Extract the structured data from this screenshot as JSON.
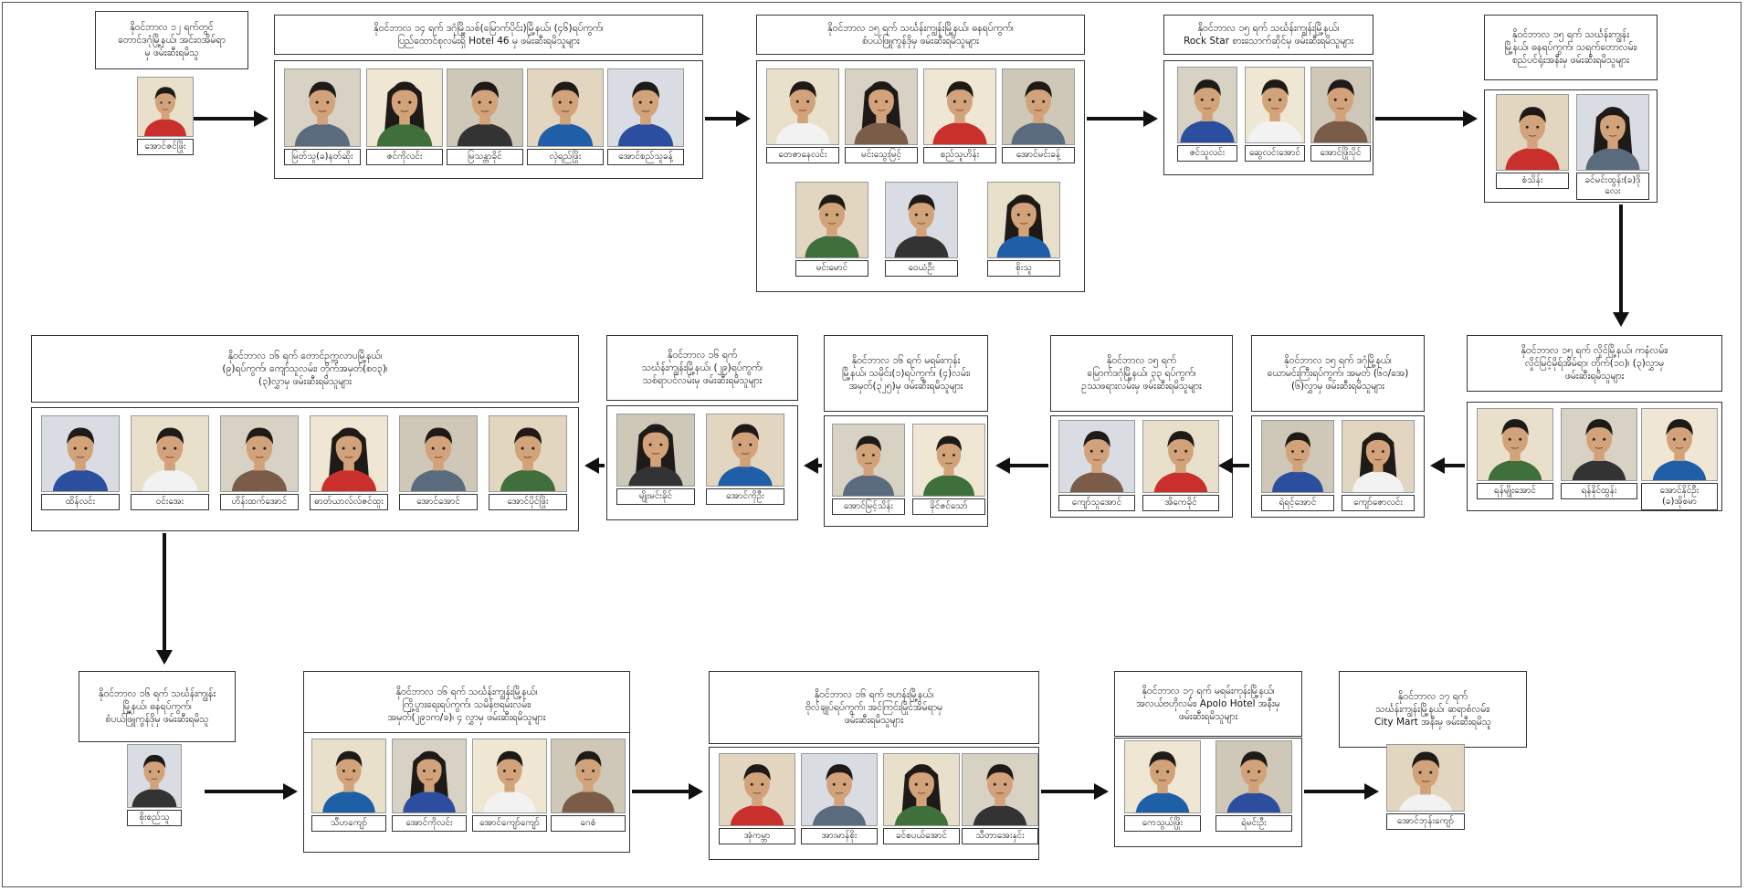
{
  "groups": [
    {
      "id": "g1",
      "header": "နိုဝင်ဘာလ ၁၂ ရက်တွင်\nတောင်ဒဂုံမြို့နယ်၊ အင်းဝအိမ်ရာ\nမှ ဖမ်းဆီးရမိသူ",
      "people": [
        "အောင်ဇင်ဖြိုး"
      ]
    },
    {
      "id": "g2",
      "header": "နိုဝင်ဘာလ ၁၄ ရက် ဒဂုံမြို့သစ်(မြောက်ပိုင်း)မြို့နယ်၊ (၄၆)ရပ်ကွက်၊\nပြည်ထောင်စုလမ်းရှိ Hotel 46 မှ ဖမ်းဆီးရမိသူများ",
      "people": [
        "မြတ်သူ(ခ)နတ်ဆိုး",
        "ဇင်ကိုလင်း",
        "မြသန္တာခိုင်",
        "လှဲရည်ဖြိုး",
        "အောင်စည်သူခန့်"
      ]
    },
    {
      "id": "g3",
      "header": "နိုဝင်ဘာလ ၁၅ ရက် သင်္ဃန်းကျွန်းမြို့နယ်၊ ဓနရပ်ကွက်၊\nစံပယ်ဖြူကွန်ဒိုမှ ဖမ်းဆီးရမိသူများ",
      "people": [
        "တေဇာနေလင်း",
        "မင်းသွေးမြင့်",
        "စည်သူဟိန်း",
        "အောင်မင်းခန့်",
        "မင်းမောင်",
        "ဝေယံဦး",
        "စိုးသူ"
      ]
    },
    {
      "id": "g4",
      "header": "နိုဝင်ဘာလ ၁၅ ရက် သင်္ဃန်းကျွန်းမြို့နယ်၊\nRock Star စားသောက်ဆိုင်မှ ဖမ်းဆီးရမိသူများ",
      "people": [
        "ဇင်သူလင်း",
        "ဆွေလင်းအောင်",
        "အောင်ဖြိုးပိုင်"
      ]
    },
    {
      "id": "g5",
      "header": "နိုဝင်ဘာလ ၁၅ ရက် သင်္ဃန်းကျွန်း\nမြို့နယ်၊ ဓနရပ်ကွက်၊ သရက်တောလမ်း၊\nစည်ပင်ရုံးအနီးမှ ဖမ်းဆီးရမိသူများ",
      "people": [
        "စံသိန်း",
        "ခင်မင်းထွန်း(ခ)ဒိုလေး"
      ]
    },
    {
      "id": "g6",
      "header": "နိုဝင်ဘာလ ၁၅ ရက် လှိုင်မြို့နယ်၊ ကနံလမ်း၊\nလှိုင်မြင့်မိုရ်အိမ်ရာ၊ တိုက်(၁၀)၊ (၃)လွှာမှ\nဖမ်းဆီးရမိသူများ",
      "people": [
        "ရန်မျိုးအောင်",
        "ရန်နိုင်ထွန်း",
        "အောင်နိုင်ဦး\n(ခ)အိုစမာ"
      ]
    },
    {
      "id": "g7",
      "header": "နိုဝင်ဘာလ ၁၅ ရက် ဒဂုံမြို့နယ်၊\nယောမင်းကြီးရပ်ကွက်၊ အမှတ် (၆၀/အေ)\n(၆)လွှာမှ ဖမ်းဆီးရမိသူများ",
      "people": [
        "ရဲရင့်အောင်",
        "ကျော်ဇောလင်း"
      ]
    },
    {
      "id": "g8",
      "header": "နိုဝင်ဘာလ ၁၅ ရက်\nမြောက်ဒဂုံမြို့နယ်၊ ၃၃ ရပ်ကွက်၊\nဥဿဖရားလမ်းမှ ဖမ်းဆီးရမိသူများ",
      "people": [
        "ကျော်သူအောင်",
        "အိကေခိုင်"
      ]
    },
    {
      "id": "g9",
      "header": "နိုဝင်ဘာလ ၁၆ ရက် မရမ်းကုန်း\nမြို့နယ်၊ သမိုင်း(၁)ရပ်ကွက်၊ (၄)လမ်း၊\nအမှတ်(၃၂၅)မှ ဖမ်းဆီးရမိသူများ",
      "people": [
        "အောင်မြင့်သိန်း",
        "ခိုင်ဇင်သော်"
      ]
    },
    {
      "id": "g10",
      "header": "နိုဝင်ဘာလ ၁၆ ရက်\nသင်္ဃန်းကျွန်းမြို့နယ်၊ (၂၉)ရပ်ကွက်၊\nသစ်ရာပင်လမ်းမှ ဖမ်းဆီးရမိသူများ",
      "people": [
        "မျိုးမင်းခိုင်",
        "အောင်ကိုဦး"
      ]
    },
    {
      "id": "g11",
      "header": "နိုဝင်ဘာလ ၁၆ ရက် တောင်ဥက္ကလာပမြို့နယ်၊\n(၉)ရပ်ကွက်၊ ကျော်သူလမ်း၊ တိုက်အမှတ်(စ၀၃)၊\n(၃)လွှာမှ ဖမ်းဆီးရမိသူများ",
      "people": [
        "ထိန်လင်း",
        "ဝင်းအေး",
        "ဟိန်းထက်အောင်",
        "ဓာတ်ယာလ်လ်ဇင်ထူး",
        "အောင်အောင်",
        "အောင်ပိုင်ဖြိုး"
      ]
    },
    {
      "id": "g12",
      "header": "နိုဝင်ဘာလ ၁၆ ရက် သင်္ဃန်းကျွန်း\nမြို့နယ်၊ ဓနရပ်ကွက်၊\nစံပယ်ဖြူကွန်ဒိုမှ ဖမ်းဆီးရမိသူ",
      "people": [
        "စိုးစည်သူ"
      ]
    },
    {
      "id": "g13",
      "header": "နိုဝင်ဘာလ ၁၆ ရက် သင်္ဃန်းကျွန်းမြို့နယ်၊\nကြို့ပွားရေးရပ်ကွက်၊ သမိန်ဗရမ်းလမ်း၊\nအမှတ်(၂၉၁က/ခ)၊ ၄ လွှာမှ ဖမ်းဆီးရမိသူများ",
      "people": [
        "သီဟကျော်",
        "အောင်ကိုလင်း",
        "အောင်ကျော်ကျော်",
        "ဂေစံ"
      ]
    },
    {
      "id": "g14",
      "header": "နိုဝင်ဘာလ ၁၆ ရက် ဗဟန်းမြို့နယ်၊\nဗိုလ်ချုပ်ရပ်ကွက်၊ အင်ကြင်းမြိုင်အိမ်ရာမှ\nဖမ်းဆီးရမိသူများ",
      "people": [
        "အုံကမ္ဘာ",
        "အားမာန်စိုး",
        "ခင်စပယ်အောင်",
        "သီတာအေးနှင်း"
      ]
    },
    {
      "id": "g15",
      "header": "နိုဝင်ဘာလ ၁၇ ရက် မရမ်းကုန်းမြို့နယ်၊\nအလယ်ဗဟိုလမ်း၊ Apolo Hotel အနီးမှ\nဖမ်းဆီးရမိသူများ",
      "people": [
        "ကေသွယ်ဖြိုး",
        "ရဲမင်းဦး"
      ]
    },
    {
      "id": "g16",
      "header": "နိုဝင်ဘာလ ၁၇ ရက်\nသင်္ဃန်းကျွန်းမြို့နယ်၊ ဆရာစံလမ်း၊\nCity Mart အနီးမှ ဖမ်းဆီးရမိသူ",
      "people": [
        "အောင်ဘုန်းကျော်"
      ]
    }
  ],
  "colors": {
    "border": "#333333",
    "arrow": "#111111",
    "photo_backgrounds": [
      "#e9e0cc",
      "#d8d2c4",
      "#efe6d3",
      "#cfc8b8",
      "#e2d6c0",
      "#d9dde3"
    ],
    "shirt_colors": [
      "#2b4f9e",
      "#c9302c",
      "#333333",
      "#f2f2f2",
      "#5a6b7d",
      "#1f5fa8",
      "#7a5c48",
      "#3f6f3a"
    ],
    "skin": "#d2a27a",
    "hair": "#1e1a17"
  }
}
